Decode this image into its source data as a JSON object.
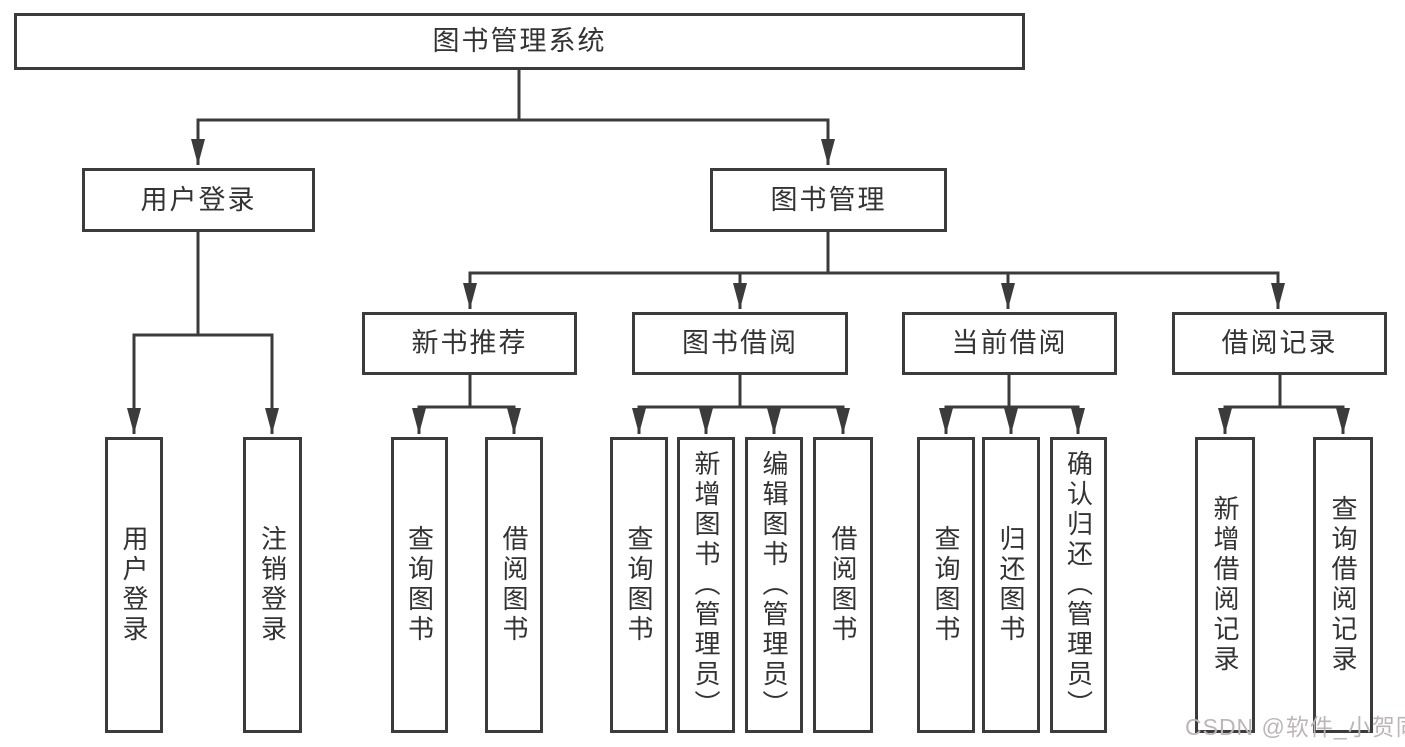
{
  "diagram_type": "hierarchy-tree",
  "colors": {
    "line": "#3b3b3b",
    "box_border": "#3b3b3b",
    "text": "#333333",
    "background": "#ffffff",
    "watermark": "#bdb6b7"
  },
  "tree": {
    "root": {
      "label": "图书管理系统",
      "children": [
        {
          "label": "用户登录",
          "children": [
            {
              "label": "用户登录"
            },
            {
              "label": "注销登录"
            }
          ]
        },
        {
          "label": "图书管理",
          "children": [
            {
              "label": "新书推荐",
              "children": [
                {
                  "label": "查询图书"
                },
                {
                  "label": "借阅图书"
                }
              ]
            },
            {
              "label": "图书借阅",
              "children": [
                {
                  "label": "查询图书"
                },
                {
                  "label": "新增图书（管理员）"
                },
                {
                  "label": "编辑图书（管理员）"
                },
                {
                  "label": "借阅图书"
                }
              ]
            },
            {
              "label": "当前借阅",
              "children": [
                {
                  "label": "查询图书"
                },
                {
                  "label": "归还图书"
                },
                {
                  "label": "确认归还（管理员）"
                }
              ]
            },
            {
              "label": "借阅记录",
              "children": [
                {
                  "label": "新增借阅记录"
                },
                {
                  "label": "查询借阅记录"
                }
              ]
            }
          ]
        }
      ]
    }
  },
  "watermark": {
    "text": "CSDN @软件_小贺同学"
  }
}
